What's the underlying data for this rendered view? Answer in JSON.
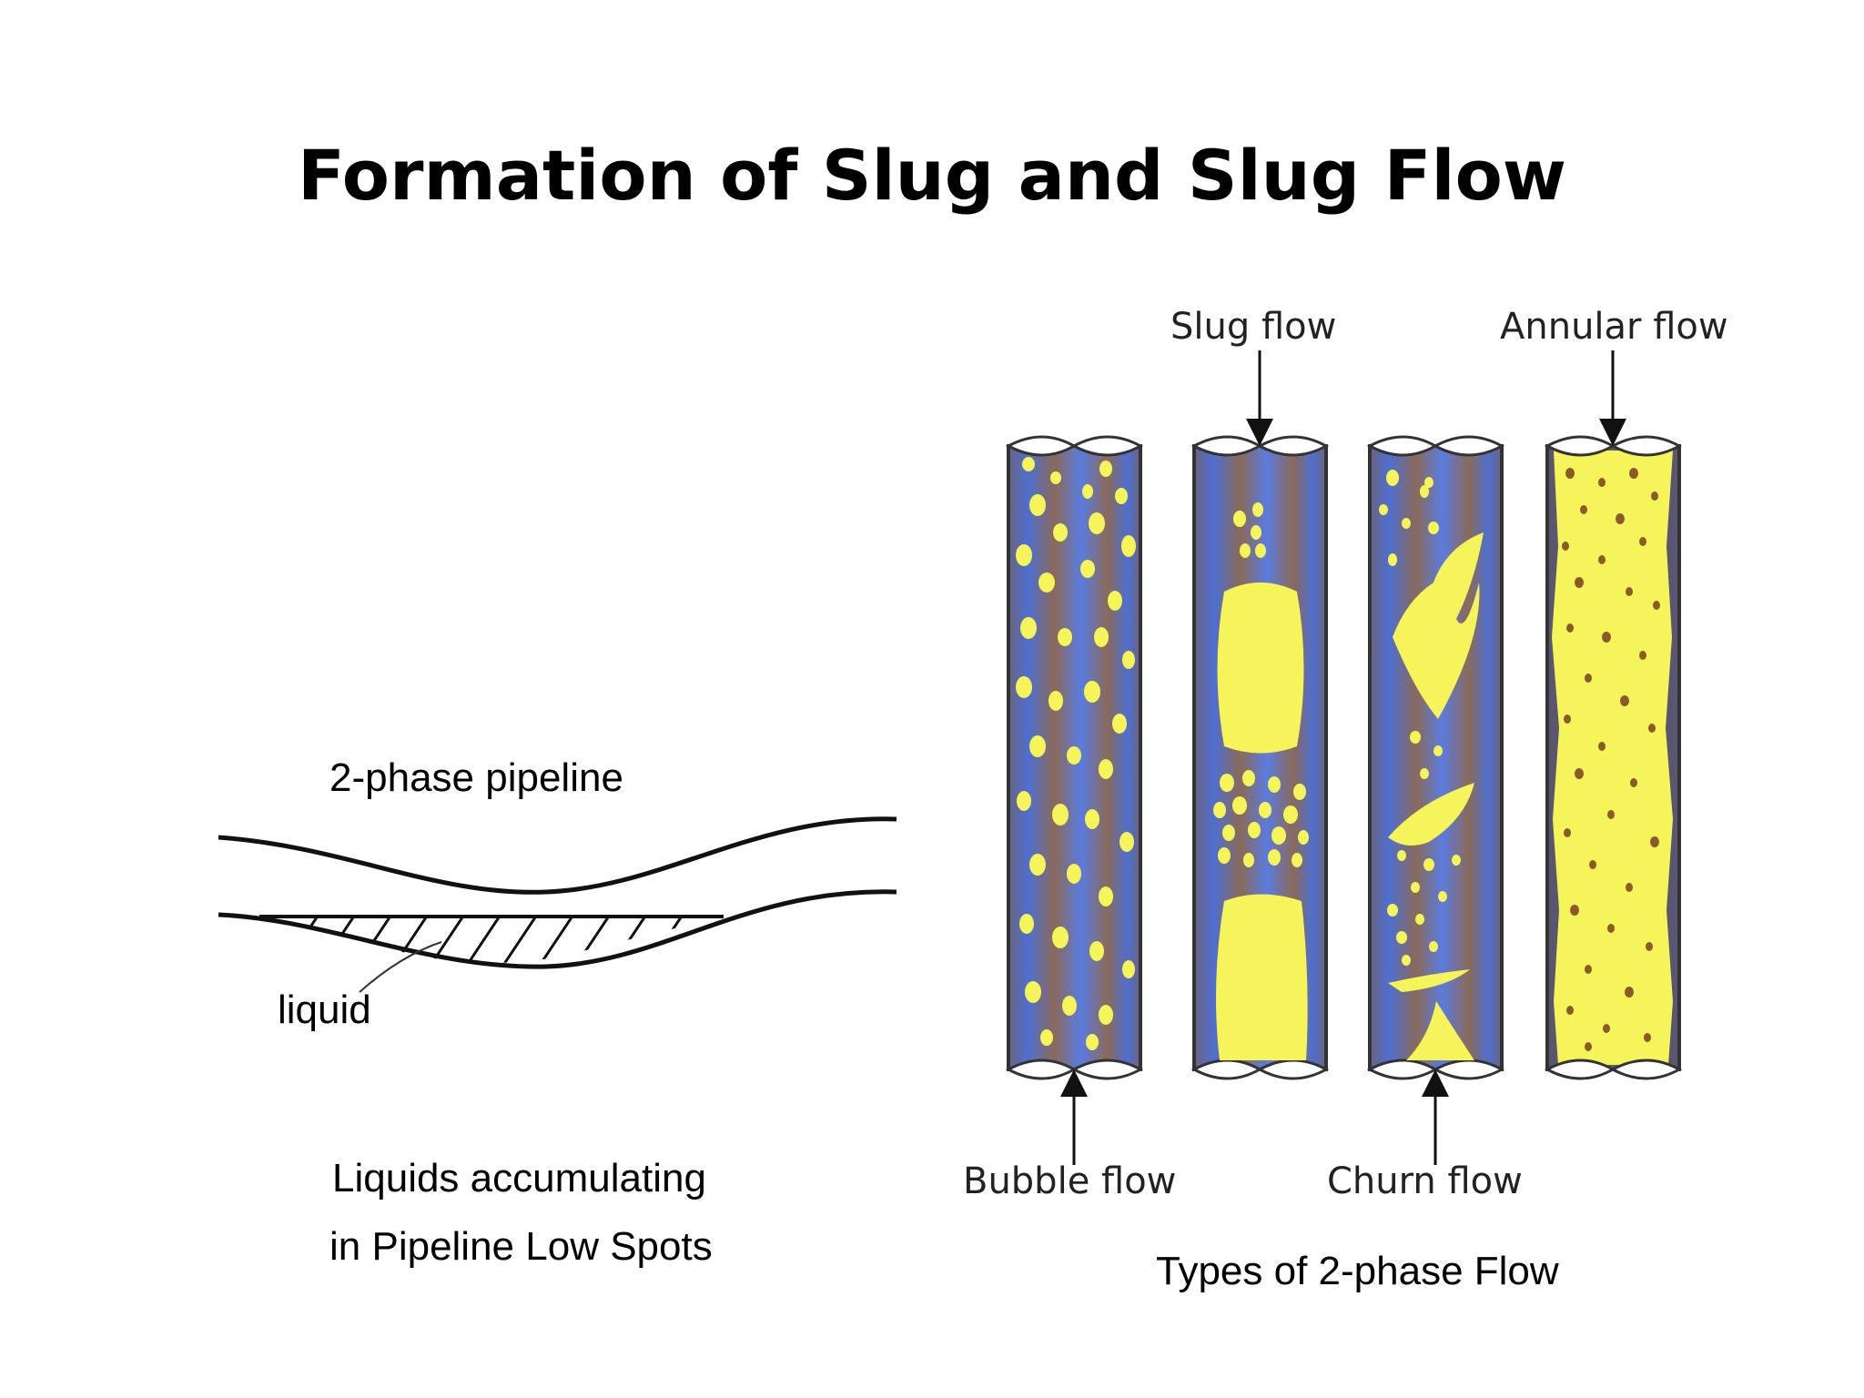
{
  "title": "Formation of Slug and Slug Flow",
  "left_diagram": {
    "pipeline_label": "2-phase pipeline",
    "liquid_label": "liquid",
    "caption_line1": "Liquids accumulating",
    "caption_line2": "in Pipeline Low Spots"
  },
  "right_diagram": {
    "labels": {
      "slug": "Slug flow",
      "annular": "Annular flow",
      "bubble": "Bubble flow",
      "churn": "Churn flow"
    },
    "caption": "Types of 2-phase Flow"
  },
  "colors": {
    "pipe_wall": "#5a5670",
    "pipe_fill_blue": "#4f6fd0",
    "pipe_fill_brown": "#8a6a5a",
    "gas_yellow": "#f5f55a",
    "annular_dots": "#8b5a2b"
  }
}
